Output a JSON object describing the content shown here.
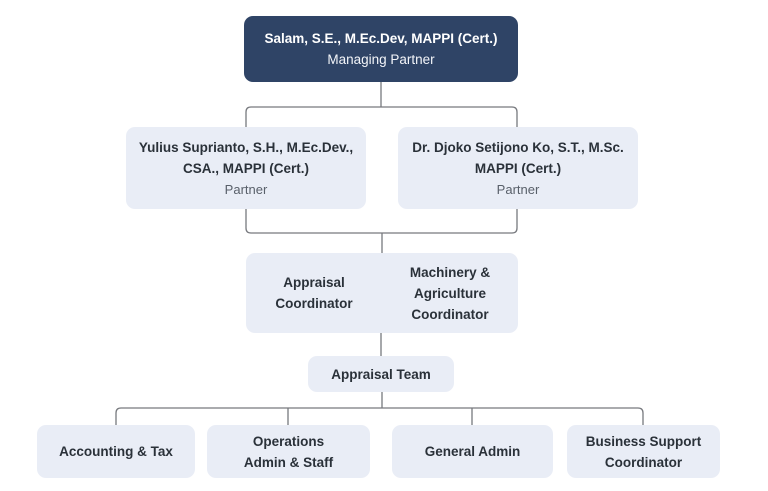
{
  "org_chart": {
    "nodes": {
      "managing_partner": {
        "name": "Salam, S.E., M.Ec.Dev, MAPPI (Cert.)",
        "role": "Managing Partner"
      },
      "partner_1": {
        "name": "Yulius Suprianto, S.H., M.Ec.Dev.,\nCSA., MAPPI (Cert.)",
        "role": "Partner"
      },
      "partner_2": {
        "name": "Dr. Djoko Setijono Ko, S.T., M.Sc.\nMAPPI (Cert.)",
        "role": "Partner"
      },
      "coordinator_left": {
        "label": "Appraisal\nCoordinator"
      },
      "coordinator_right": {
        "label": "Machinery &\nAgriculture\nCoordinator"
      },
      "appraisal_team": {
        "label": "Appraisal Team"
      },
      "dept_1": {
        "label": "Accounting & Tax"
      },
      "dept_2": {
        "label": "Operations\nAdmin & Staff"
      },
      "dept_3": {
        "label": "General Admin"
      },
      "dept_4": {
        "label": "Business Support\nCoordinator"
      }
    },
    "hierarchy": {
      "managing_partner": [
        "partner_1",
        "partner_2"
      ],
      "partners": [
        "coordinators"
      ],
      "coordinators": [
        "appraisal_team"
      ],
      "appraisal_team": [
        "dept_1",
        "dept_2",
        "dept_3",
        "dept_4"
      ]
    },
    "colors": {
      "primary_dark": "#2f4466",
      "node_light": "#e9edf6",
      "connector": "#77797e",
      "text_dark": "#2a3139",
      "text_muted": "#59606a",
      "text_on_dark": "#ffffff"
    }
  }
}
